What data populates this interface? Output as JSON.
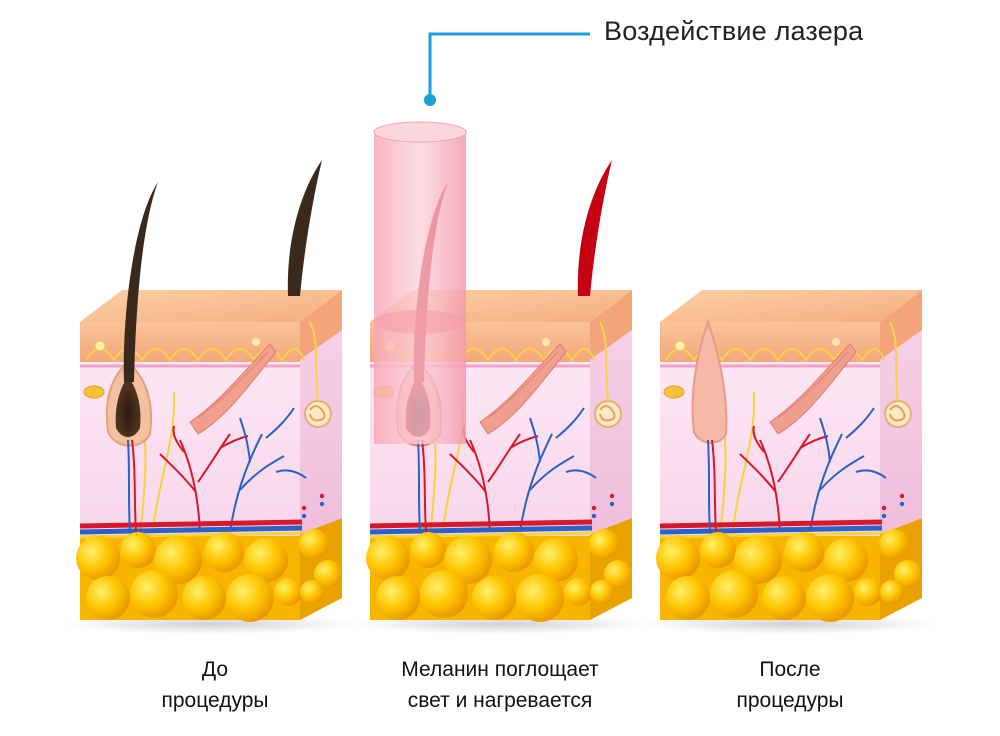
{
  "callout": {
    "label": "Воздействие лазера",
    "color": "#1a9fd8"
  },
  "panels": [
    {
      "id": "before",
      "caption_lines": [
        "До",
        "процедуры"
      ],
      "hair": "dark"
    },
    {
      "id": "during",
      "caption_lines": [
        "Меланин поглощает",
        "свет и нагревается"
      ],
      "hair": "red"
    },
    {
      "id": "after",
      "caption_lines": [
        "После",
        "процедуры"
      ],
      "hair": "none"
    }
  ],
  "colors": {
    "epidermis": "#f6b48a",
    "dermis": "#f9dff0",
    "fat": "#f7b500",
    "artery": "#d8182a",
    "vein": "#2a62c9",
    "nerve": "#f5d33a",
    "hair_dark": "#3b2a1c",
    "hair_heated": "#c40012",
    "laser_beam": "#f6a3b2"
  }
}
